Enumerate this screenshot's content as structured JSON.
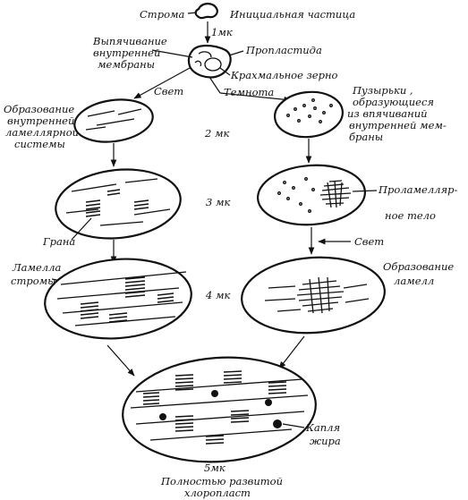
{
  "labels": {
    "stroma": "Строма",
    "initial_particle": "Инициальная частица",
    "size_1": "1мк",
    "invagination_1": "Выпячивание",
    "invagination_2": "внутренней",
    "invagination_3": "мембраны",
    "proplastid": "Пропластида",
    "starch_grain": "Крахмальное зерно",
    "darkness": "Темнота",
    "light_left": "Свет",
    "formation_1": "Образование",
    "formation_2": "внутренней",
    "formation_3": "ламеллярной",
    "formation_4": "системы",
    "vesicles_1": "Пузырьки ,",
    "vesicles_2": "образующиеся",
    "vesicles_3": "из впячиваний",
    "vesicles_4": "внутренней мем-",
    "vesicles_5": "браны",
    "size_2": "2 мк",
    "size_3": "3 мк",
    "prolamellar_1": "Проламелляр-",
    "prolamellar_2": "ное тело",
    "grana": "Грана",
    "light_right": "Свет",
    "lamella_1": "Ламелла",
    "lamella_2": "стромы",
    "lamellae_formation_1": "Образование",
    "lamellae_formation_2": "ламелл",
    "size_4": "4 мк",
    "fat_droplet_1": "Капля",
    "fat_droplet_2": "жира",
    "size_5": "5мк",
    "mature_1": "Полностью   развитой",
    "mature_2": "хлоропласт"
  }
}
